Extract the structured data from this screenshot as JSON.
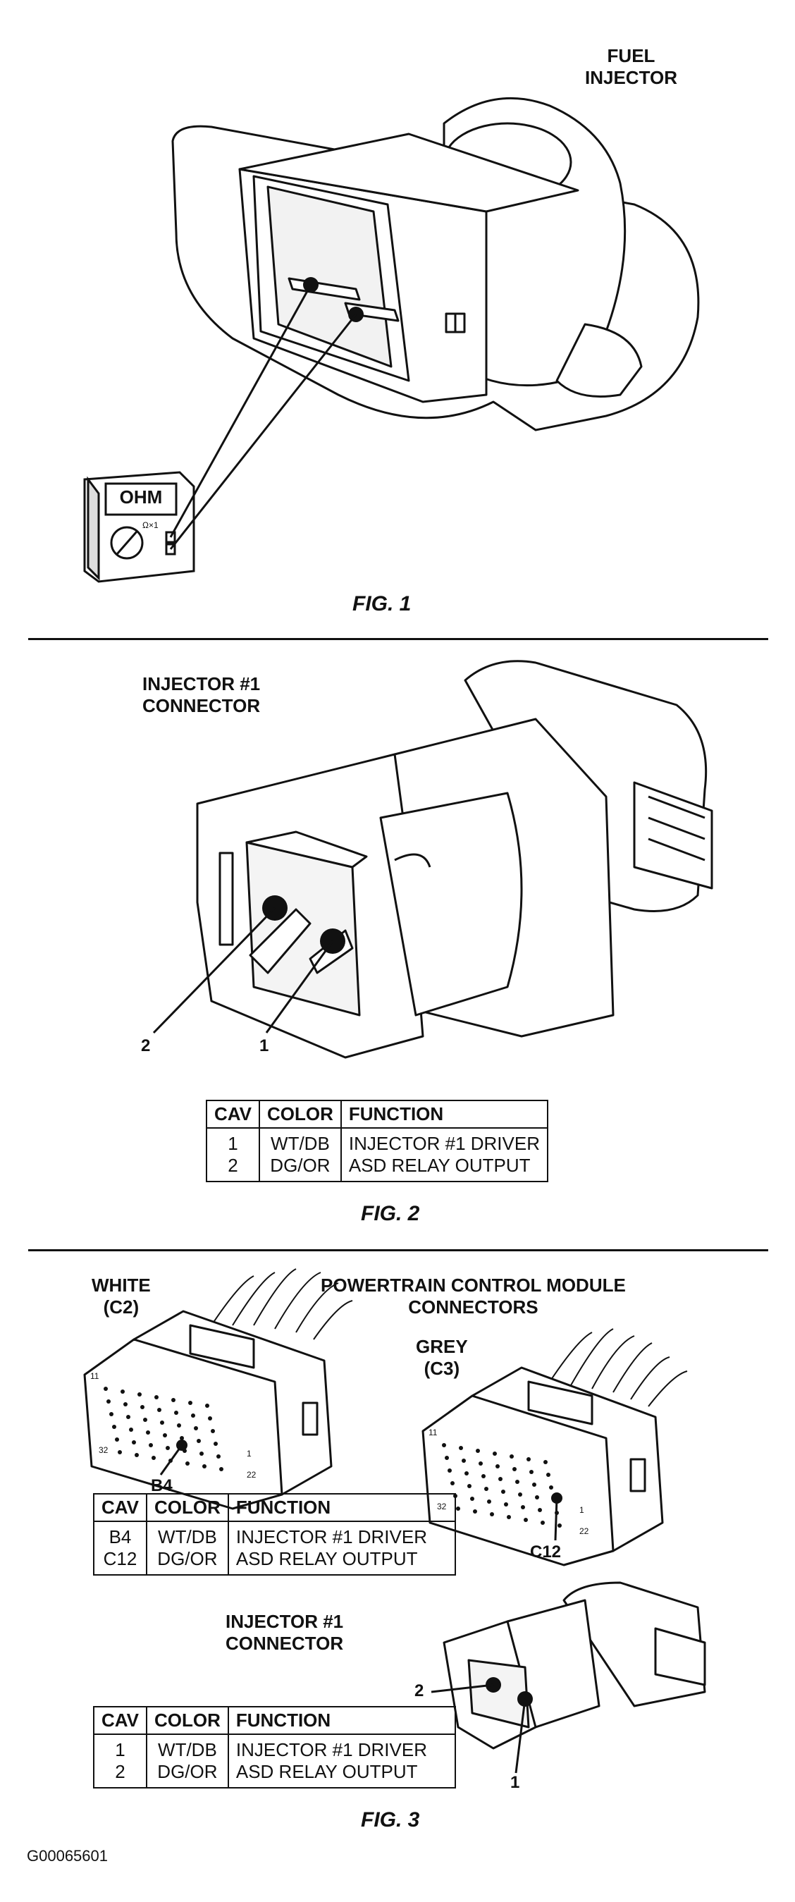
{
  "fig1": {
    "label_line1": "FUEL",
    "label_line2": "INJECTOR",
    "meter_display": "OHM",
    "meter_range": "Ω×1",
    "caption": "FIG. 1"
  },
  "fig2": {
    "label_line1": "INJECTOR #1",
    "label_line2": "CONNECTOR",
    "pin2": "2",
    "pin1": "1",
    "table": {
      "headers": [
        "CAV",
        "COLOR",
        "FUNCTION"
      ],
      "rows": [
        [
          "1",
          "WT/DB",
          "INJECTOR #1 DRIVER"
        ],
        [
          "2",
          "DG/OR",
          "ASD RELAY OUTPUT"
        ]
      ]
    },
    "caption": "FIG. 2"
  },
  "fig3": {
    "white_line1": "WHITE",
    "white_line2": "(C2)",
    "pcm_line1": "POWERTRAIN CONTROL MODULE",
    "pcm_line2": "CONNECTORS",
    "grey_line1": "GREY",
    "grey_line2": "(C3)",
    "pin_b4": "B4",
    "pin_c12": "C12",
    "white_pins": [
      "11",
      "32",
      "1",
      "22"
    ],
    "grey_pins": [
      "11",
      "32",
      "1",
      "22"
    ],
    "pcm_table": {
      "headers": [
        "CAV",
        "COLOR",
        "FUNCTION"
      ],
      "rows": [
        [
          "B4",
          "WT/DB",
          "INJECTOR #1 DRIVER"
        ],
        [
          "C12",
          "DG/OR",
          "ASD RELAY OUTPUT"
        ]
      ]
    },
    "inj_line1": "INJECTOR #1",
    "inj_line2": "CONNECTOR",
    "pin2": "2",
    "pin1": "1",
    "inj_table": {
      "headers": [
        "CAV",
        "COLOR",
        "FUNCTION"
      ],
      "rows": [
        [
          "1",
          "WT/DB",
          "INJECTOR #1 DRIVER"
        ],
        [
          "2",
          "DG/OR",
          "ASD RELAY OUTPUT"
        ]
      ]
    },
    "caption": "FIG. 3"
  },
  "image_code": "G00065601"
}
